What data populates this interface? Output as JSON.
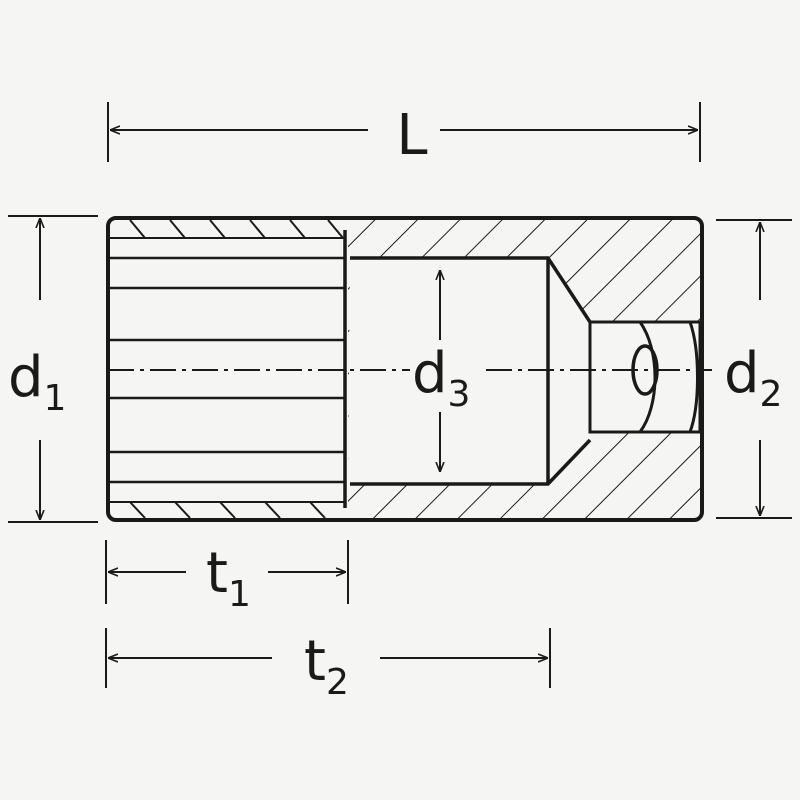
{
  "colors": {
    "ink": "#1a1a1a",
    "background": "#f5f5f3"
  },
  "dimensions": {
    "L": {
      "letter": "L",
      "sub": ""
    },
    "d1": {
      "letter": "d",
      "sub": "1"
    },
    "d2": {
      "letter": "d",
      "sub": "2"
    },
    "d3": {
      "letter": "d",
      "sub": "3"
    },
    "t1": {
      "letter": "t",
      "sub": "1"
    },
    "t2": {
      "letter": "t",
      "sub": "2"
    }
  }
}
